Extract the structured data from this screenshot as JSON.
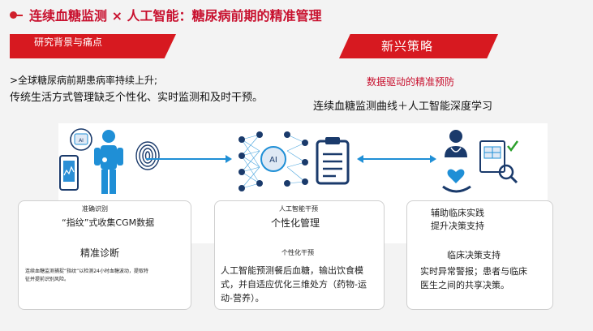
{
  "header": {
    "title": "连续血糖监测 × 人工智能：糖尿病前期的精准管理"
  },
  "sections": {
    "left_label": "研究背景与痛点",
    "right_label": "新兴策略"
  },
  "background": {
    "line1": ">全球糖尿病前期患病率持续上升;",
    "line2": "传统生活方式管理缺乏个性化、实时监测和及时干预。"
  },
  "strategy": {
    "subtitle": "数据驱动的精准预防",
    "line": "连续血糖监测曲线＋人工智能深度学习"
  },
  "cards": [
    {
      "small_heading": "准确识别",
      "sub_heading": "“指纹”式收集CGM数据",
      "main_heading": "精准诊断",
      "desc_line1": "连续血糖监测捕捉“指纹”以检测24小时血糖波动，提取特",
      "desc_line2": "征并提前识别风险。"
    },
    {
      "small_heading": "人工智能干预",
      "sub_heading": "个性化管理",
      "main_heading": "个性化干预",
      "desc_line1": "人工智能预测餐后血糖，输出饮食模",
      "desc_line2": "式，并自适应优化三维处方（药物-运",
      "desc_line3": "动-营养）。"
    },
    {
      "small_heading": "辅助临床实践",
      "sub_heading": "提升决策支持",
      "main_heading": "临床决策支持",
      "desc_line1": "实时异常警报；患者与临床",
      "desc_line2": "医生之间的共享决策。"
    }
  ],
  "icons": {
    "ai_chip_text": "AI",
    "phone_text": "AI"
  },
  "colors": {
    "accent_red": "#c8102e",
    "banner_red": "#d71920",
    "icon_blue": "#1f8fd6",
    "icon_dark": "#1a3a6b"
  }
}
